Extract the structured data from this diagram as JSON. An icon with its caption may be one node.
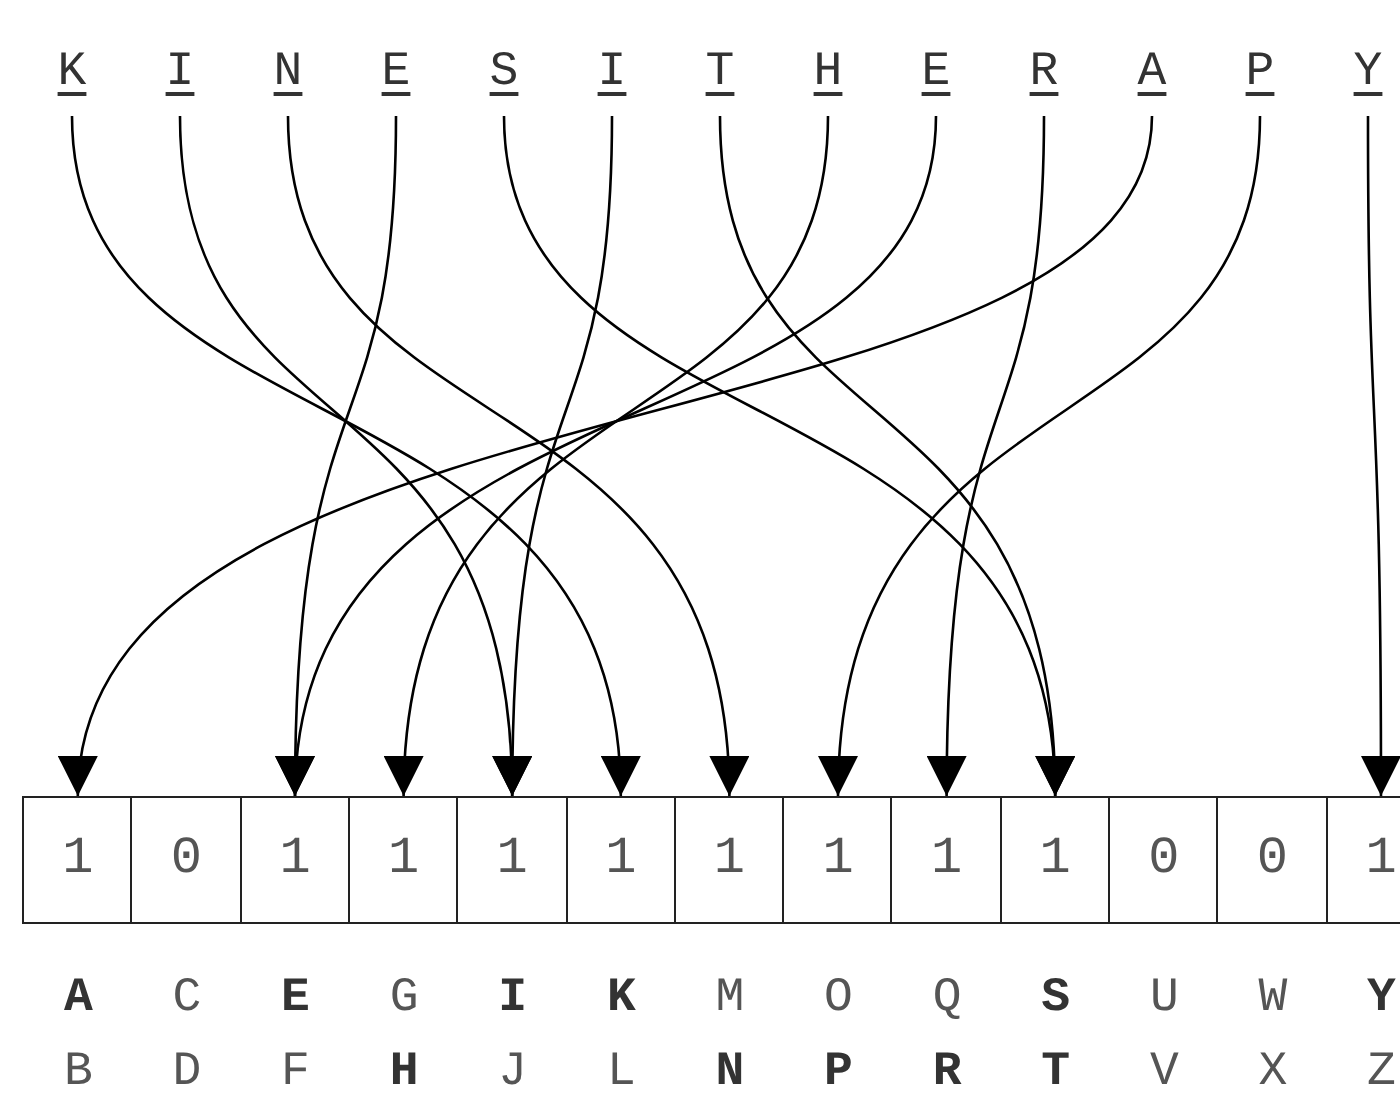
{
  "diagram": {
    "nodes": [
      {
        "text": [
          "K"
        ]
      },
      {
        "text": [
          "I"
        ]
      },
      {
        "text": [
          "N"
        ]
      },
      {
        "text": [
          "E"
        ]
      },
      {
        "text": [
          "S"
        ]
      },
      {
        "text": [
          "I"
        ]
      },
      {
        "text": [
          "T"
        ]
      },
      {
        "text": [
          "H"
        ]
      },
      {
        "text": [
          "E"
        ]
      },
      {
        "text": [
          "R"
        ]
      },
      {
        "text": [
          "A"
        ]
      },
      {
        "text": [
          "P"
        ]
      },
      {
        "text": [
          "Y"
        ]
      },
      {
        "text": [
          "1"
        ],
        "beside": [
          "A",
          "B"
        ]
      },
      {
        "text": [
          "0"
        ],
        "beside": [
          "C",
          "D"
        ]
      },
      {
        "text": [
          "1"
        ],
        "beside": [
          "E",
          "F"
        ]
      },
      {
        "text": [
          "1"
        ],
        "beside": [
          "G",
          "H"
        ]
      },
      {
        "text": [
          "1"
        ],
        "beside": [
          "I",
          "J"
        ]
      },
      {
        "text": [
          "1"
        ],
        "beside": [
          "K",
          "L"
        ]
      },
      {
        "text": [
          "1"
        ],
        "beside": [
          "M",
          "N"
        ]
      },
      {
        "text": [
          "1"
        ],
        "beside": [
          "O",
          "P"
        ]
      },
      {
        "text": [
          "1"
        ],
        "beside": [
          "Q",
          "R"
        ]
      },
      {
        "text": [
          "1"
        ],
        "beside": [
          "S",
          "T"
        ]
      },
      {
        "text": [
          "0"
        ],
        "beside": [
          "U",
          "V"
        ]
      },
      {
        "text": [
          "0"
        ],
        "beside": [
          "W",
          "X"
        ]
      },
      {
        "text": [
          "1"
        ],
        "beside": [
          "Y",
          "Z"
        ]
      }
    ],
    "edges": [
      {
        "from": 0,
        "to": 18,
        "arrow": "to"
      },
      {
        "from": 1,
        "to": 17,
        "arrow": "to"
      },
      {
        "from": 2,
        "to": 19,
        "arrow": "to"
      },
      {
        "from": 3,
        "to": 15,
        "arrow": "to"
      },
      {
        "from": 4,
        "to": 22,
        "arrow": "to"
      },
      {
        "from": 5,
        "to": 17,
        "arrow": "to"
      },
      {
        "from": 6,
        "to": 22,
        "arrow": "to"
      },
      {
        "from": 7,
        "to": 16,
        "arrow": "to"
      },
      {
        "from": 8,
        "to": 15,
        "arrow": "to"
      },
      {
        "from": 9,
        "to": 21,
        "arrow": "to"
      },
      {
        "from": 10,
        "to": 13,
        "arrow": "to"
      },
      {
        "from": 11,
        "to": 20,
        "arrow": "to"
      },
      {
        "from": 12,
        "to": 25,
        "arrow": "to"
      }
    ]
  }
}
